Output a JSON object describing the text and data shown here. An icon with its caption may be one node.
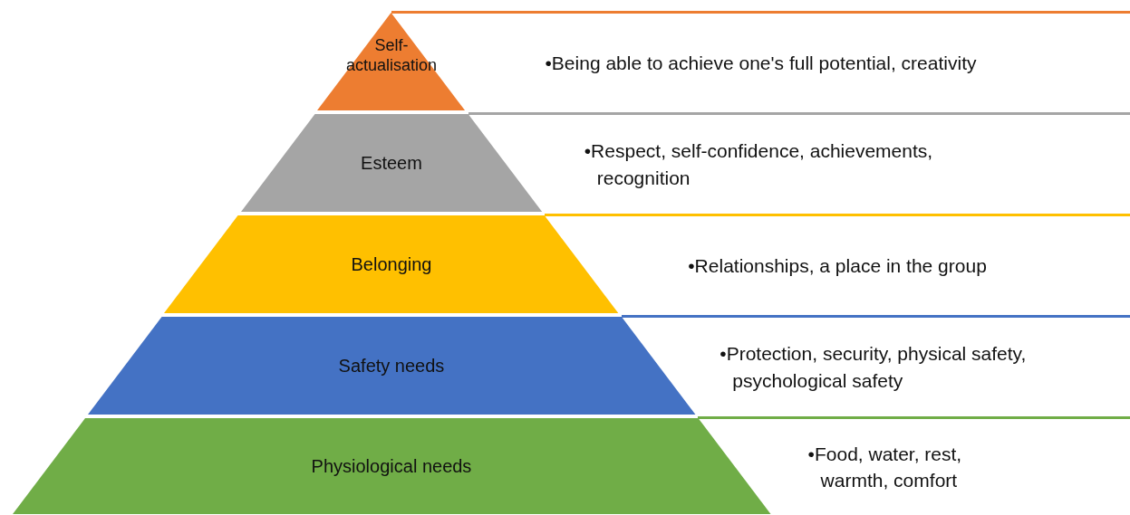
{
  "diagram": {
    "nodes": [
      {
        "text": [
          "Self-actualisation"
        ]
      },
      {
        "text": [
          "•Being able to achieve one's full potential, creativity"
        ]
      },
      {
        "text": [
          "Esteem"
        ]
      },
      {
        "text": [
          "•Respect, self-confidence, achievements, recognition"
        ]
      },
      {
        "text": [
          "Belonging"
        ]
      },
      {
        "text": [
          "•Relationships, a place in the group"
        ]
      },
      {
        "text": [
          "Safety needs"
        ]
      },
      {
        "text": [
          "•Protection, security, physical safety, psychological safety"
        ]
      },
      {
        "text": [
          "Physiological needs"
        ]
      },
      {
        "text": [
          "•Food, water, rest, warmth, comfort"
        ]
      }
    ]
  }
}
